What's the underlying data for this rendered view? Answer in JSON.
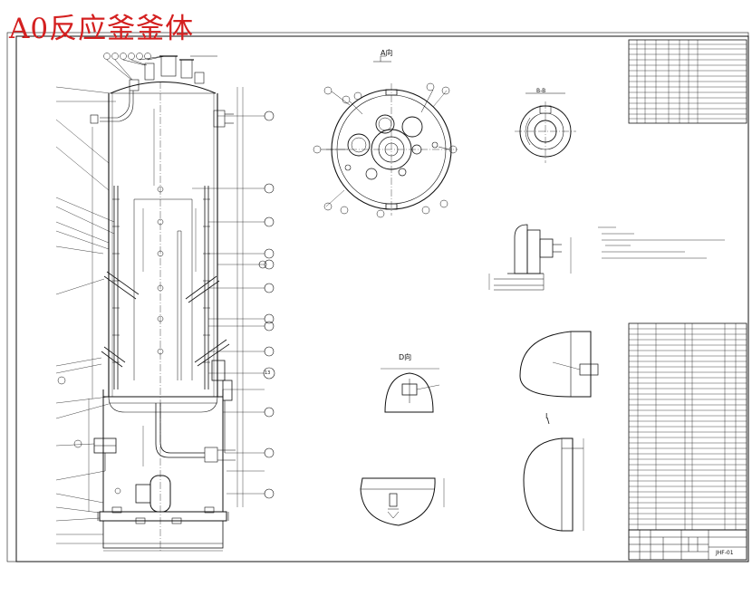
{
  "drawing_title": "A0反应釜釜体",
  "drawing_number": "JHF-01",
  "views": {
    "view_a": "A向",
    "view_b": "B-B",
    "view_d": "D向",
    "view_i": "I"
  },
  "callout_numbers": [
    "13"
  ]
}
